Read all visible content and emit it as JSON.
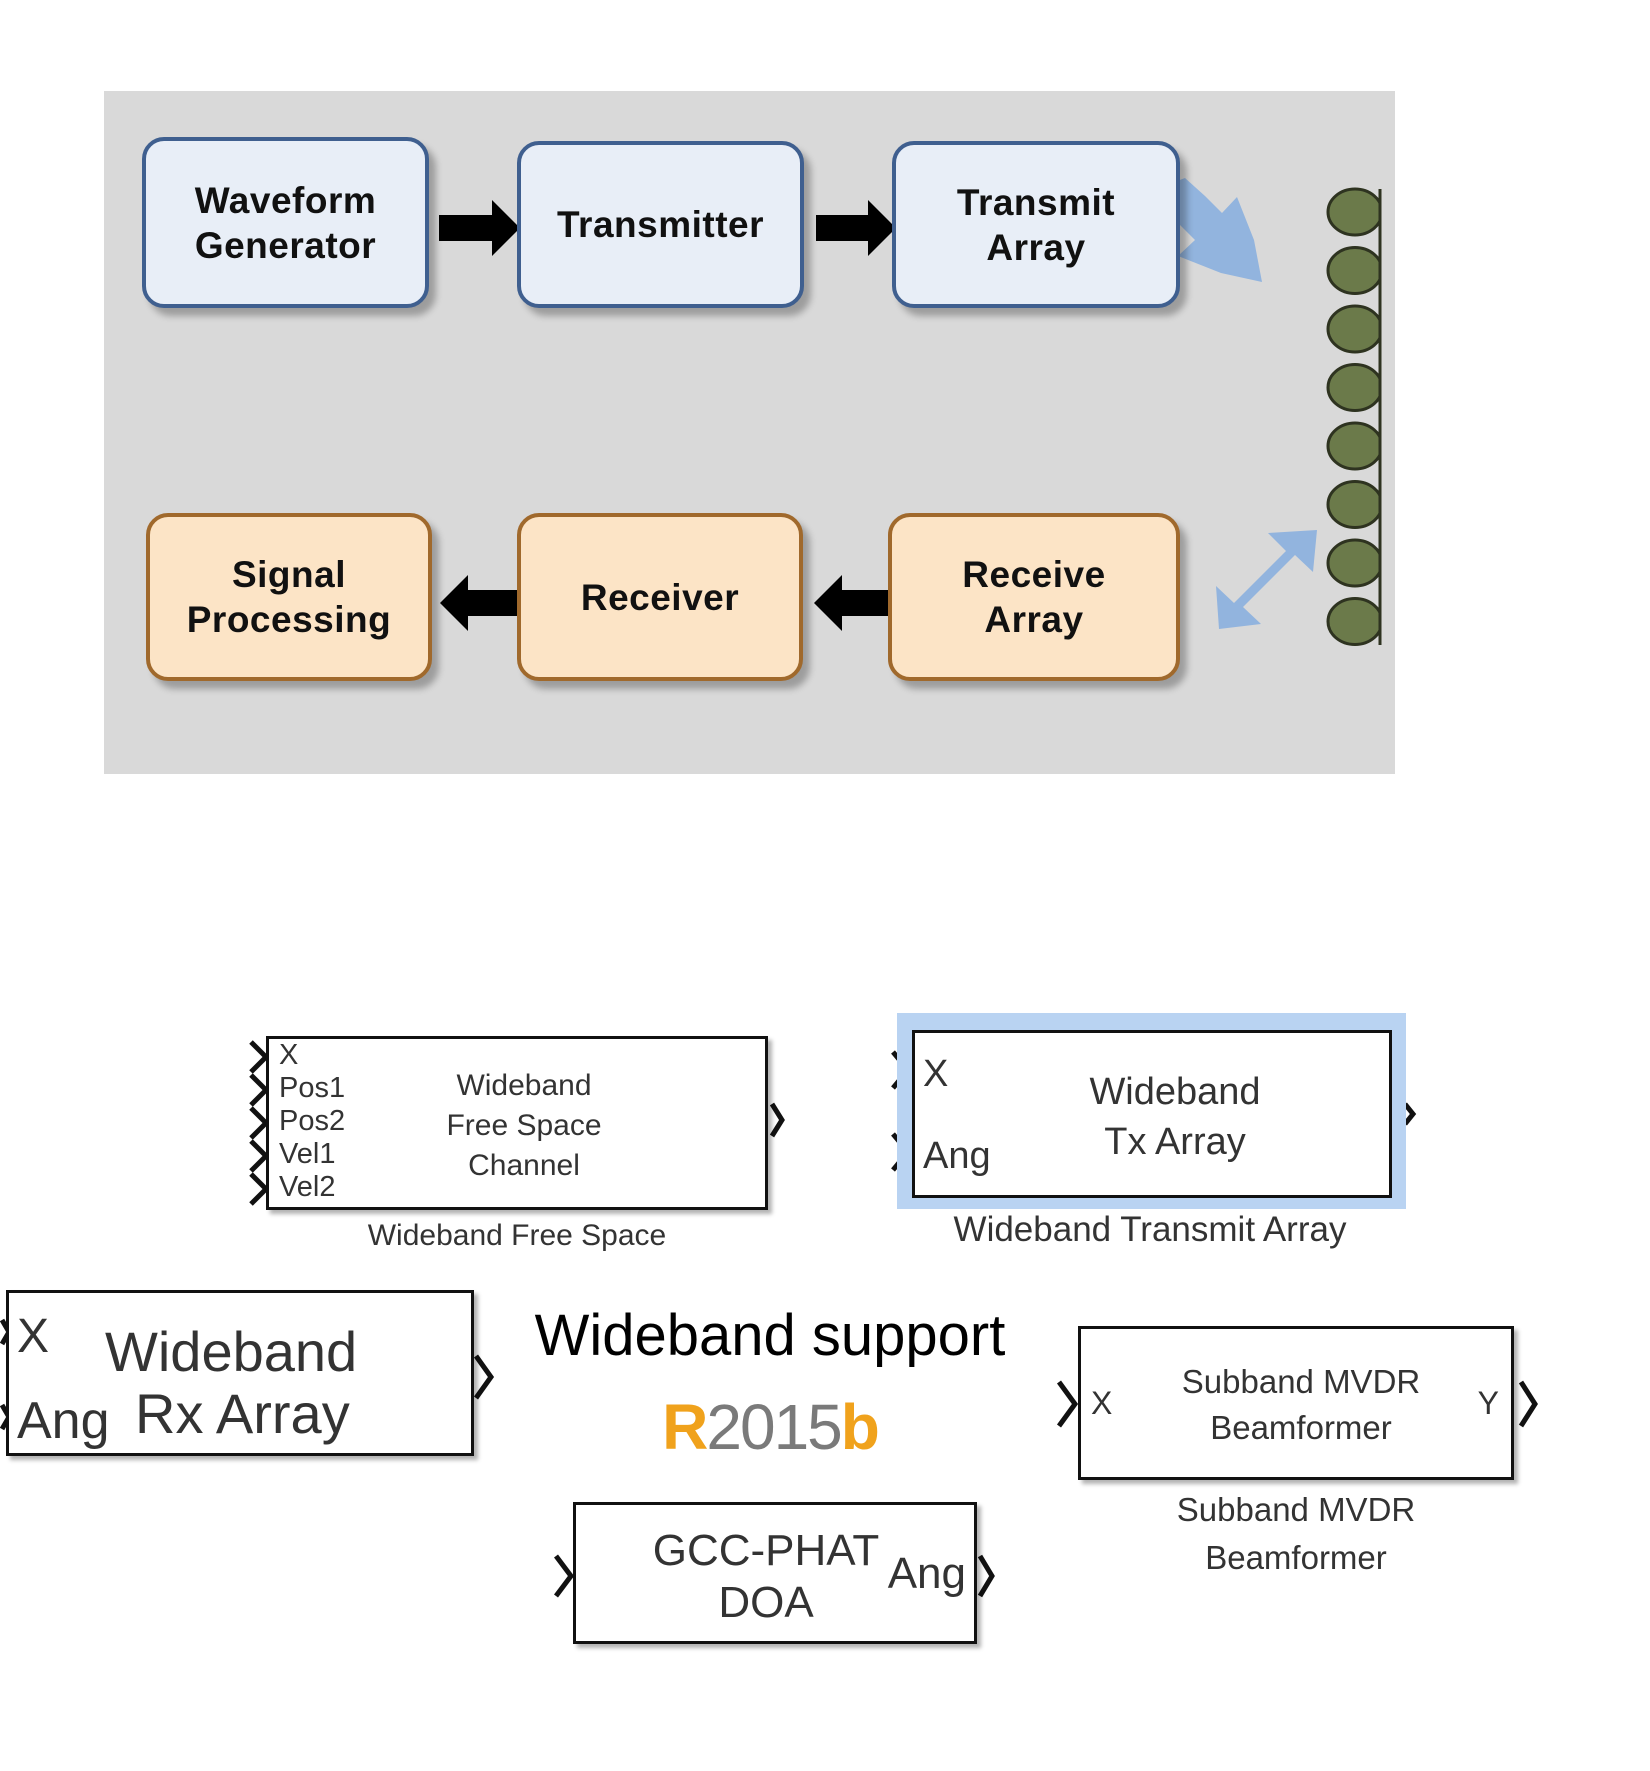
{
  "diagram": {
    "transmit_chain": [
      {
        "id": "waveform-generator",
        "label": "Waveform\nGenerator"
      },
      {
        "id": "transmitter",
        "label": "Transmitter"
      },
      {
        "id": "transmit-array",
        "label": "Transmit\nArray"
      }
    ],
    "receive_chain": [
      {
        "id": "signal-processing",
        "label": "Signal\nProcessing"
      },
      {
        "id": "receiver",
        "label": "Receiver"
      },
      {
        "id": "receive-array",
        "label": "Receive\nArray"
      }
    ],
    "array_element_count": 8,
    "colors": {
      "panel": "#d9d9d9",
      "tx_fill": "#e8eef7",
      "tx_border": "#3f5f8f",
      "rx_fill": "#fce4c6",
      "rx_border": "#a0692c",
      "arrow": "#000000",
      "link_arrow": "#92b4de",
      "array_element": "#6b7a4a"
    }
  },
  "blocks": {
    "free_space": {
      "ports": [
        "X",
        "Pos1",
        "Pos2",
        "Vel1",
        "Vel2"
      ],
      "title": "Wideband\nFree Space\nChannel",
      "caption": "Wideband Free Space"
    },
    "tx_array": {
      "ports": [
        "X",
        "Ang"
      ],
      "title": "Wideband\nTx Array",
      "caption": "Wideband Transmit Array"
    },
    "rx_array": {
      "ports": [
        "X",
        "Ang"
      ],
      "title_line1": "Wideband",
      "title_line2": "Rx Array"
    },
    "mvdr": {
      "in_port": "X",
      "out_port": "Y",
      "title": "Subband MVDR\nBeamformer",
      "caption": "Subband MVDR\nBeamformer"
    },
    "gcc": {
      "title": "GCC-PHAT\nDOA",
      "out_port": "Ang"
    }
  },
  "support_label": "Wideband support",
  "release": {
    "prefix": "R",
    "year": "2015",
    "suffix": "b",
    "accent_color": "#f0a21c"
  }
}
